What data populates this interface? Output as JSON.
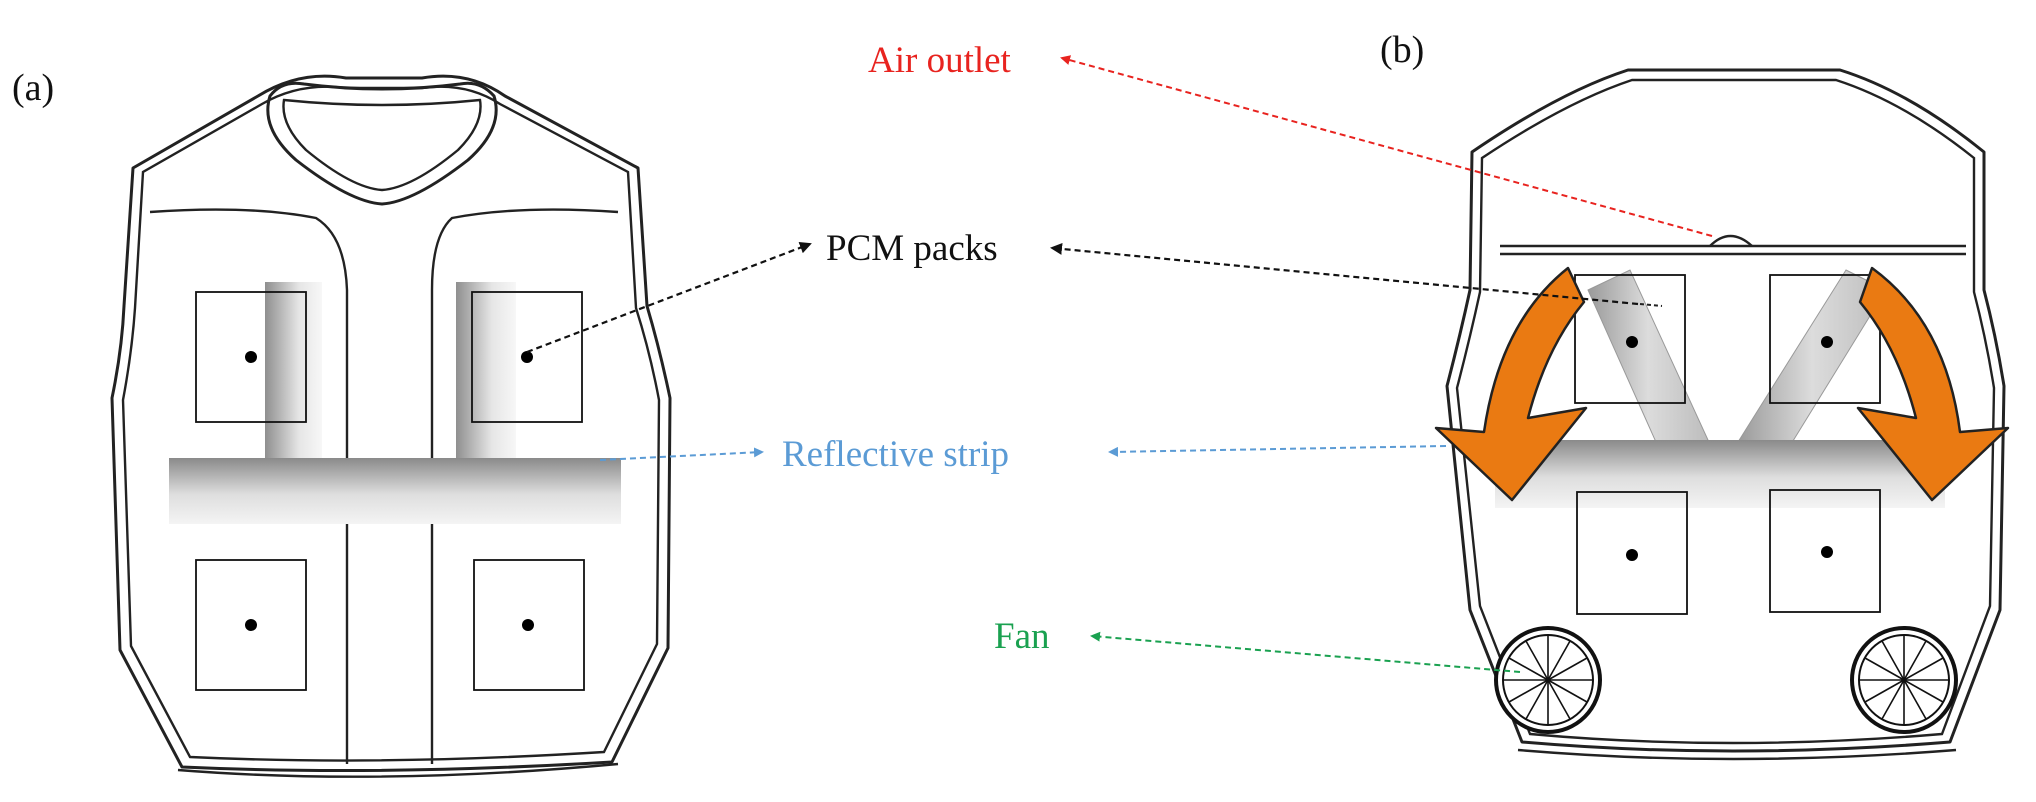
{
  "panels": {
    "a": "(a)",
    "b": "(b)"
  },
  "labels": {
    "air_outlet": "Air outlet",
    "pcm_packs": "PCM packs",
    "reflective_strip": "Reflective strip",
    "fan": "Fan"
  },
  "colors": {
    "air_outlet": "#e8231f",
    "pcm_packs": "#111111",
    "reflective_strip": "#5b9bd5",
    "fan": "#1aa150",
    "airflow_arrow": "#ea7a12",
    "outline": "#222222"
  }
}
